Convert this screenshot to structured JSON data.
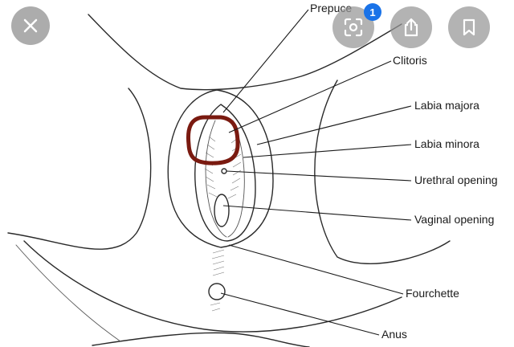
{
  "overlay": {
    "close_icon": "close-icon",
    "lens_icon": "lens-icon",
    "lens_badge": "1",
    "share_icon": "share-icon",
    "save_icon": "bookmark-icon",
    "badge_color": "#1a73e8"
  },
  "diagram": {
    "labels": {
      "prepuce": "Prepuce",
      "clitoris": "Clitoris",
      "labia_majora": "Labia majora",
      "labia_minora": "Labia minora",
      "urethral_opening": "Urethral opening",
      "vaginal_opening": "Vaginal opening",
      "fourchette": "Fourchette",
      "anus": "Anus"
    },
    "highlight_color": "#7a1a10"
  }
}
